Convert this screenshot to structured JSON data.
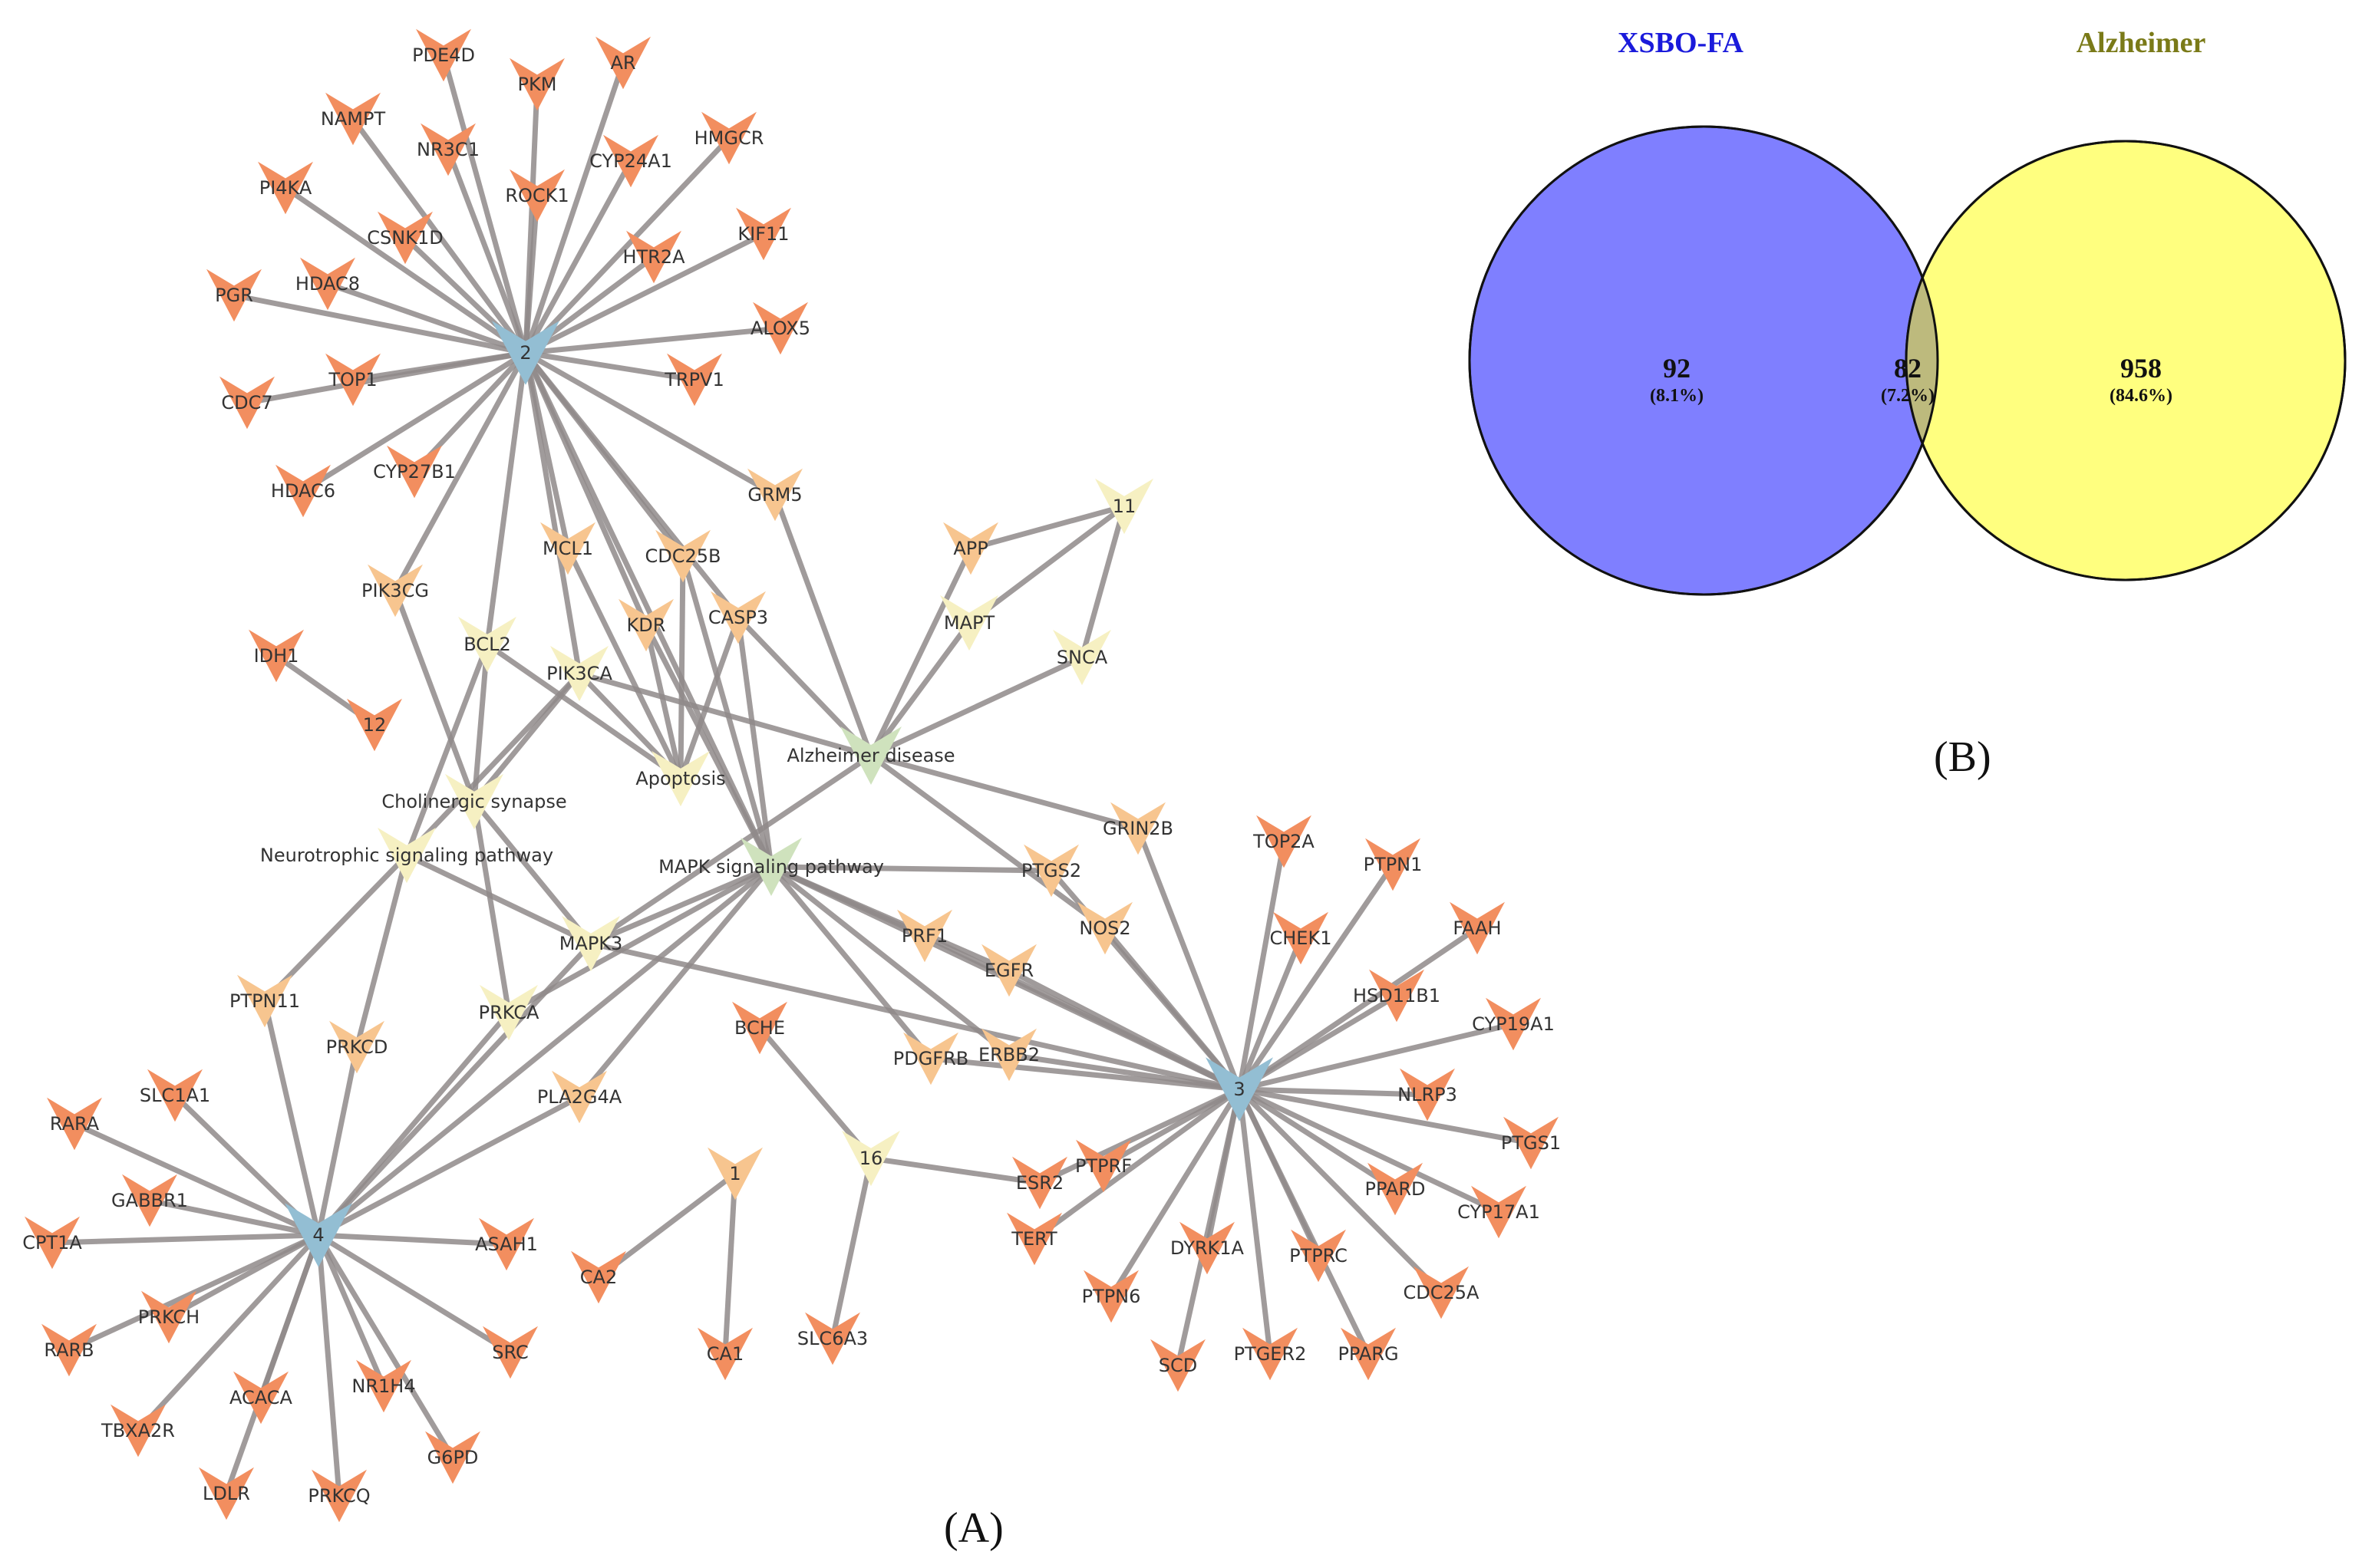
{
  "panel_a_label": "(A)",
  "panel_b_label": "(B)",
  "colors": {
    "target": "#f28e5f",
    "hub": "#93bed3",
    "shared": "#f7c58f",
    "pathway": "#f6f0c2",
    "pathway_center": "#cfe2bd",
    "edge": "#8f8a8a",
    "venn_left": "#7f7fff",
    "venn_right": "#ffff7f",
    "venn_overlap": "#bdba7d",
    "venn_left_title": "#1a1adb",
    "venn_right_title": "#7a7a18"
  },
  "network": {
    "nodes": [
      {
        "id": "2",
        "label": "2",
        "type": "hub"
      },
      {
        "id": "3",
        "label": "3",
        "type": "hub"
      },
      {
        "id": "4",
        "label": "4",
        "type": "hub"
      },
      {
        "id": "11",
        "label": "11",
        "type": "pathway"
      },
      {
        "id": "12",
        "label": "12",
        "type": "target"
      },
      {
        "id": "16",
        "label": "16",
        "type": "pathway"
      },
      {
        "id": "1",
        "label": "1",
        "type": "shared"
      },
      {
        "id": "PDE4D",
        "label": "PDE4D",
        "type": "target"
      },
      {
        "id": "PKM",
        "label": "PKM",
        "type": "target"
      },
      {
        "id": "AR",
        "label": "AR",
        "type": "target"
      },
      {
        "id": "NAMPT",
        "label": "NAMPT",
        "type": "target"
      },
      {
        "id": "NR3C1",
        "label": "NR3C1",
        "type": "target"
      },
      {
        "id": "HMGCR",
        "label": "HMGCR",
        "type": "target"
      },
      {
        "id": "CYP24A1",
        "label": "CYP24A1",
        "type": "target"
      },
      {
        "id": "PI4KA",
        "label": "PI4KA",
        "type": "target"
      },
      {
        "id": "ROCK1",
        "label": "ROCK1",
        "type": "target"
      },
      {
        "id": "CSNK1D",
        "label": "CSNK1D",
        "type": "target"
      },
      {
        "id": "KIF11",
        "label": "KIF11",
        "type": "target"
      },
      {
        "id": "HTR2A",
        "label": "HTR2A",
        "type": "target"
      },
      {
        "id": "PGR",
        "label": "PGR",
        "type": "target"
      },
      {
        "id": "HDAC8",
        "label": "HDAC8",
        "type": "target"
      },
      {
        "id": "ALOX5",
        "label": "ALOX5",
        "type": "target"
      },
      {
        "id": "TOP1",
        "label": "TOP1",
        "type": "target"
      },
      {
        "id": "TRPV1",
        "label": "TRPV1",
        "type": "target"
      },
      {
        "id": "CDC7",
        "label": "CDC7",
        "type": "target"
      },
      {
        "id": "HDAC6",
        "label": "HDAC6",
        "type": "target"
      },
      {
        "id": "CYP27B1",
        "label": "CYP27B1",
        "type": "target"
      },
      {
        "id": "GRM5",
        "label": "GRM5",
        "type": "shared"
      },
      {
        "id": "MCL1",
        "label": "MCL1",
        "type": "shared"
      },
      {
        "id": "CDC25B",
        "label": "CDC25B",
        "type": "shared"
      },
      {
        "id": "APP",
        "label": "APP",
        "type": "shared"
      },
      {
        "id": "PIK3CG",
        "label": "PIK3CG",
        "type": "shared"
      },
      {
        "id": "CASP3",
        "label": "CASP3",
        "type": "shared"
      },
      {
        "id": "KDR",
        "label": "KDR",
        "type": "shared"
      },
      {
        "id": "IDH1",
        "label": "IDH1",
        "type": "target"
      },
      {
        "id": "BCL2",
        "label": "BCL2",
        "type": "pathway"
      },
      {
        "id": "PIK3CA",
        "label": "PIK3CA",
        "type": "pathway"
      },
      {
        "id": "MAPT",
        "label": "MAPT",
        "type": "pathway"
      },
      {
        "id": "SNCA",
        "label": "SNCA",
        "type": "pathway"
      },
      {
        "id": "AD",
        "label": "Alzheimer disease",
        "type": "pathway_center"
      },
      {
        "id": "APOP",
        "label": "Apoptosis",
        "type": "pathway"
      },
      {
        "id": "CHOL",
        "label": "Cholinergic synapse",
        "type": "pathway"
      },
      {
        "id": "NEURO",
        "label": "Neurotrophic signaling pathway",
        "type": "pathway"
      },
      {
        "id": "MAPKSP",
        "label": "MAPK signaling pathway",
        "type": "pathway_center"
      },
      {
        "id": "GRIN2B",
        "label": "GRIN2B",
        "type": "shared"
      },
      {
        "id": "PTGS2",
        "label": "PTGS2",
        "type": "shared"
      },
      {
        "id": "NOS2",
        "label": "NOS2",
        "type": "shared"
      },
      {
        "id": "MAPK3",
        "label": "MAPK3",
        "type": "pathway"
      },
      {
        "id": "PRF1",
        "label": "PRF1",
        "type": "shared"
      },
      {
        "id": "EGFR",
        "label": "EGFR",
        "type": "shared"
      },
      {
        "id": "PTPN11",
        "label": "PTPN11",
        "type": "shared"
      },
      {
        "id": "PRKCD",
        "label": "PRKCD",
        "type": "shared"
      },
      {
        "id": "PRKCA",
        "label": "PRKCA",
        "type": "pathway"
      },
      {
        "id": "BCHE",
        "label": "BCHE",
        "type": "target"
      },
      {
        "id": "PDGFRB",
        "label": "PDGFRB",
        "type": "shared"
      },
      {
        "id": "ERBB2",
        "label": "ERBB2",
        "type": "shared"
      },
      {
        "id": "PLA2G4A",
        "label": "PLA2G4A",
        "type": "shared"
      },
      {
        "id": "TOP2A",
        "label": "TOP2A",
        "type": "target"
      },
      {
        "id": "PTPN1",
        "label": "PTPN1",
        "type": "target"
      },
      {
        "id": "FAAH",
        "label": "FAAH",
        "type": "target"
      },
      {
        "id": "CHEK1",
        "label": "CHEK1",
        "type": "target"
      },
      {
        "id": "HSD11B1",
        "label": "HSD11B1",
        "type": "target"
      },
      {
        "id": "CYP19A1",
        "label": "CYP19A1",
        "type": "target"
      },
      {
        "id": "NLRP3",
        "label": "NLRP3",
        "type": "target"
      },
      {
        "id": "PTGS1",
        "label": "PTGS1",
        "type": "target"
      },
      {
        "id": "PPARD",
        "label": "PPARD",
        "type": "target"
      },
      {
        "id": "CYP17A1",
        "label": "CYP17A1",
        "type": "target"
      },
      {
        "id": "CDC25A",
        "label": "CDC25A",
        "type": "target"
      },
      {
        "id": "PTPRC",
        "label": "PTPRC",
        "type": "target"
      },
      {
        "id": "PPARG",
        "label": "PPARG",
        "type": "target"
      },
      {
        "id": "PTGER2",
        "label": "PTGER2",
        "type": "target"
      },
      {
        "id": "SCD",
        "label": "SCD",
        "type": "target"
      },
      {
        "id": "DYRK1A",
        "label": "DYRK1A",
        "type": "target"
      },
      {
        "id": "PTPN6",
        "label": "PTPN6",
        "type": "target"
      },
      {
        "id": "PTPRF",
        "label": "PTPRF",
        "type": "target"
      },
      {
        "id": "ESR2",
        "label": "ESR2",
        "type": "target"
      },
      {
        "id": "TERT",
        "label": "TERT",
        "type": "target"
      },
      {
        "id": "CA2",
        "label": "CA2",
        "type": "target"
      },
      {
        "id": "CA1",
        "label": "CA1",
        "type": "target"
      },
      {
        "id": "SLC6A3",
        "label": "SLC6A3",
        "type": "target"
      },
      {
        "id": "SLC1A1",
        "label": "SLC1A1",
        "type": "target"
      },
      {
        "id": "RARA",
        "label": "RARA",
        "type": "target"
      },
      {
        "id": "GABBR1",
        "label": "GABBR1",
        "type": "target"
      },
      {
        "id": "CPT1A",
        "label": "CPT1A",
        "type": "target"
      },
      {
        "id": "ASAH1",
        "label": "ASAH1",
        "type": "target"
      },
      {
        "id": "PRKCH",
        "label": "PRKCH",
        "type": "target"
      },
      {
        "id": "SRC",
        "label": "SRC",
        "type": "target"
      },
      {
        "id": "RARB",
        "label": "RARB",
        "type": "target"
      },
      {
        "id": "ACACA",
        "label": "ACACA",
        "type": "target"
      },
      {
        "id": "NR1H4",
        "label": "NR1H4",
        "type": "target"
      },
      {
        "id": "TBXA2R",
        "label": "TBXA2R",
        "type": "target"
      },
      {
        "id": "G6PD",
        "label": "G6PD",
        "type": "target"
      },
      {
        "id": "LDLR",
        "label": "LDLR",
        "type": "target"
      },
      {
        "id": "PRKCQ",
        "label": "PRKCQ",
        "type": "target"
      }
    ],
    "edges": [
      [
        "2",
        "PDE4D"
      ],
      [
        "2",
        "PKM"
      ],
      [
        "2",
        "AR"
      ],
      [
        "2",
        "NAMPT"
      ],
      [
        "2",
        "NR3C1"
      ],
      [
        "2",
        "HMGCR"
      ],
      [
        "2",
        "CYP24A1"
      ],
      [
        "2",
        "PI4KA"
      ],
      [
        "2",
        "ROCK1"
      ],
      [
        "2",
        "CSNK1D"
      ],
      [
        "2",
        "KIF11"
      ],
      [
        "2",
        "HTR2A"
      ],
      [
        "2",
        "PGR"
      ],
      [
        "2",
        "HDAC8"
      ],
      [
        "2",
        "ALOX5"
      ],
      [
        "2",
        "TOP1"
      ],
      [
        "2",
        "TRPV1"
      ],
      [
        "2",
        "CDC7"
      ],
      [
        "2",
        "HDAC6"
      ],
      [
        "2",
        "CYP27B1"
      ],
      [
        "2",
        "GRM5"
      ],
      [
        "2",
        "MCL1"
      ],
      [
        "2",
        "CDC25B"
      ],
      [
        "2",
        "PIK3CG"
      ],
      [
        "2",
        "CASP3"
      ],
      [
        "2",
        "KDR"
      ],
      [
        "2",
        "PIK3CA"
      ],
      [
        "2",
        "BCL2"
      ],
      [
        "2",
        "MAPKSP"
      ],
      [
        "IDH1",
        "12"
      ],
      [
        "11",
        "APP"
      ],
      [
        "11",
        "MAPT"
      ],
      [
        "11",
        "SNCA"
      ],
      [
        "GRM5",
        "AD"
      ],
      [
        "APP",
        "AD"
      ],
      [
        "MAPT",
        "AD"
      ],
      [
        "SNCA",
        "AD"
      ],
      [
        "CASP3",
        "AD"
      ],
      [
        "PIK3CA",
        "AD"
      ],
      [
        "GRIN2B",
        "AD"
      ],
      [
        "NOS2",
        "AD"
      ],
      [
        "AD",
        "MAPK3"
      ],
      [
        "MCL1",
        "APOP"
      ],
      [
        "CDC25B",
        "APOP"
      ],
      [
        "BCL2",
        "APOP"
      ],
      [
        "KDR",
        "APOP"
      ],
      [
        "CASP3",
        "APOP"
      ],
      [
        "PIK3CA",
        "APOP"
      ],
      [
        "PIK3CA",
        "CHOL"
      ],
      [
        "BCL2",
        "CHOL"
      ],
      [
        "PIK3CG",
        "CHOL"
      ],
      [
        "CHOL",
        "MAPK3"
      ],
      [
        "CHOL",
        "PRKCA"
      ],
      [
        "NEURO",
        "PIK3CA"
      ],
      [
        "NEURO",
        "PTPN11"
      ],
      [
        "NEURO",
        "PRKCD"
      ],
      [
        "NEURO",
        "MAPK3"
      ],
      [
        "BCL2",
        "NEURO"
      ],
      [
        "MAPKSP",
        "MAPK3"
      ],
      [
        "MAPKSP",
        "CASP3"
      ],
      [
        "MAPKSP",
        "KDR"
      ],
      [
        "MAPKSP",
        "PTGS2"
      ],
      [
        "MAPKSP",
        "PRF1"
      ],
      [
        "MAPKSP",
        "EGFR"
      ],
      [
        "MAPKSP",
        "PDGFRB"
      ],
      [
        "MAPKSP",
        "ERBB2"
      ],
      [
        "MAPKSP",
        "PLA2G4A"
      ],
      [
        "MAPKSP",
        "PRKCA"
      ],
      [
        "MAPKSP",
        "3"
      ],
      [
        "MAPKSP",
        "4"
      ],
      [
        "CDC25B",
        "MAPKSP"
      ],
      [
        "3",
        "GRIN2B"
      ],
      [
        "3",
        "PTGS2"
      ],
      [
        "3",
        "NOS2"
      ],
      [
        "3",
        "PRF1"
      ],
      [
        "3",
        "EGFR"
      ],
      [
        "3",
        "PDGFRB"
      ],
      [
        "3",
        "ERBB2"
      ],
      [
        "3",
        "TOP2A"
      ],
      [
        "3",
        "PTPN1"
      ],
      [
        "3",
        "FAAH"
      ],
      [
        "3",
        "CHEK1"
      ],
      [
        "3",
        "HSD11B1"
      ],
      [
        "3",
        "CYP19A1"
      ],
      [
        "3",
        "NLRP3"
      ],
      [
        "3",
        "PTGS1"
      ],
      [
        "3",
        "PPARD"
      ],
      [
        "3",
        "CYP17A1"
      ],
      [
        "3",
        "CDC25A"
      ],
      [
        "3",
        "PTPRC"
      ],
      [
        "3",
        "PPARG"
      ],
      [
        "3",
        "PTGER2"
      ],
      [
        "3",
        "SCD"
      ],
      [
        "3",
        "DYRK1A"
      ],
      [
        "3",
        "PTPN6"
      ],
      [
        "3",
        "PTPRF"
      ],
      [
        "3",
        "ESR2"
      ],
      [
        "3",
        "TERT"
      ],
      [
        "3",
        "MAPK3"
      ],
      [
        "16",
        "BCHE"
      ],
      [
        "16",
        "ESR2"
      ],
      [
        "16",
        "SLC6A3"
      ],
      [
        "1",
        "CA2"
      ],
      [
        "1",
        "CA1"
      ],
      [
        "4",
        "PTPN11"
      ],
      [
        "4",
        "SLC1A1"
      ],
      [
        "4",
        "RARA"
      ],
      [
        "4",
        "GABBR1"
      ],
      [
        "4",
        "CPT1A"
      ],
      [
        "4",
        "ASAH1"
      ],
      [
        "4",
        "PRKCH"
      ],
      [
        "4",
        "SRC"
      ],
      [
        "4",
        "RARB"
      ],
      [
        "4",
        "ACACA"
      ],
      [
        "4",
        "NR1H4"
      ],
      [
        "4",
        "TBXA2R"
      ],
      [
        "4",
        "G6PD"
      ],
      [
        "4",
        "LDLR"
      ],
      [
        "4",
        "PRKCQ"
      ],
      [
        "4",
        "PRKCA"
      ],
      [
        "4",
        "MAPK3"
      ],
      [
        "4",
        "PLA2G4A"
      ],
      [
        "4",
        "PRKCD"
      ]
    ]
  },
  "venn": {
    "left_title": "XSBO-FA",
    "right_title": "Alzheimer",
    "left_count": "92",
    "left_pct": "(8.1%)",
    "overlap_count": "82",
    "overlap_pct": "(7.2%)",
    "right_count": "958",
    "right_pct": "(84.6%)"
  }
}
